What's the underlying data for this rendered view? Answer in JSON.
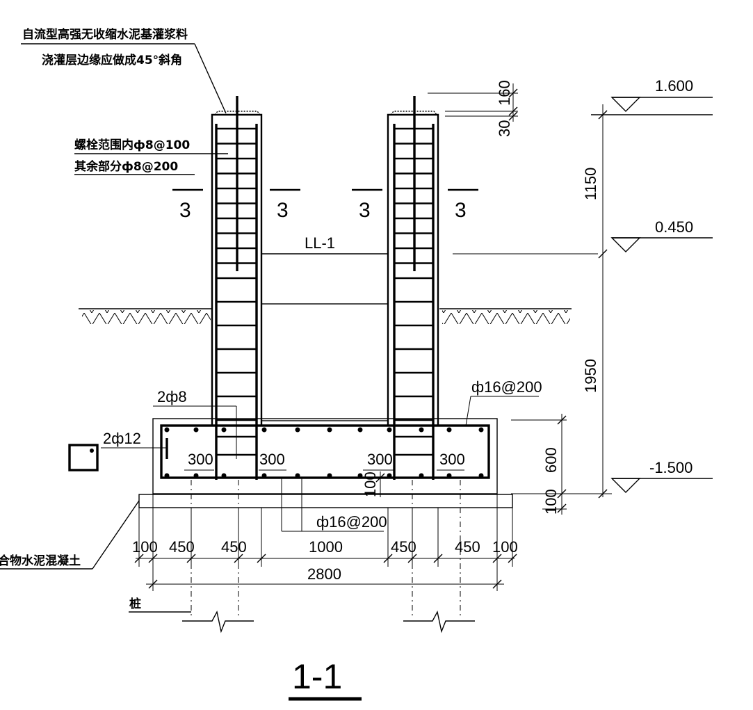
{
  "drawing_title": "1-1",
  "notes": {
    "grout": "自流型高强无收缩水泥基灌浆料",
    "chamfer": "浇灌层边缘应做成45°斜角",
    "stirrup_bolt": "螺栓范围内ф8@100",
    "stirrup_rest": "其余部分ф8@200"
  },
  "labels": {
    "beam": "LL-1",
    "section_mark": "3",
    "corner_bars": "2ф12",
    "hanger_bars": "2ф8",
    "top_rebar": "ф16@200",
    "bottom_rebar": "ф16@200",
    "cushion": "聚合物水泥混凝土",
    "pile": "桩"
  },
  "elevations": {
    "top": "1.600",
    "middle": "0.450",
    "bottom": "-1.500"
  },
  "dimensions": {
    "top_protrusion": "160",
    "top_gap": "30",
    "upper_height": "1150",
    "lower_height": "1950",
    "footing_height": "600",
    "cushion_thickness": "100",
    "bottom_cover": "100",
    "embed_left_1": "300",
    "embed_left_2": "300",
    "embed_right_1": "300",
    "embed_right_2": "300",
    "bottom_segments": [
      "100",
      "450",
      "450",
      "1000",
      "450",
      "450",
      "100"
    ],
    "total_width": "2800"
  }
}
